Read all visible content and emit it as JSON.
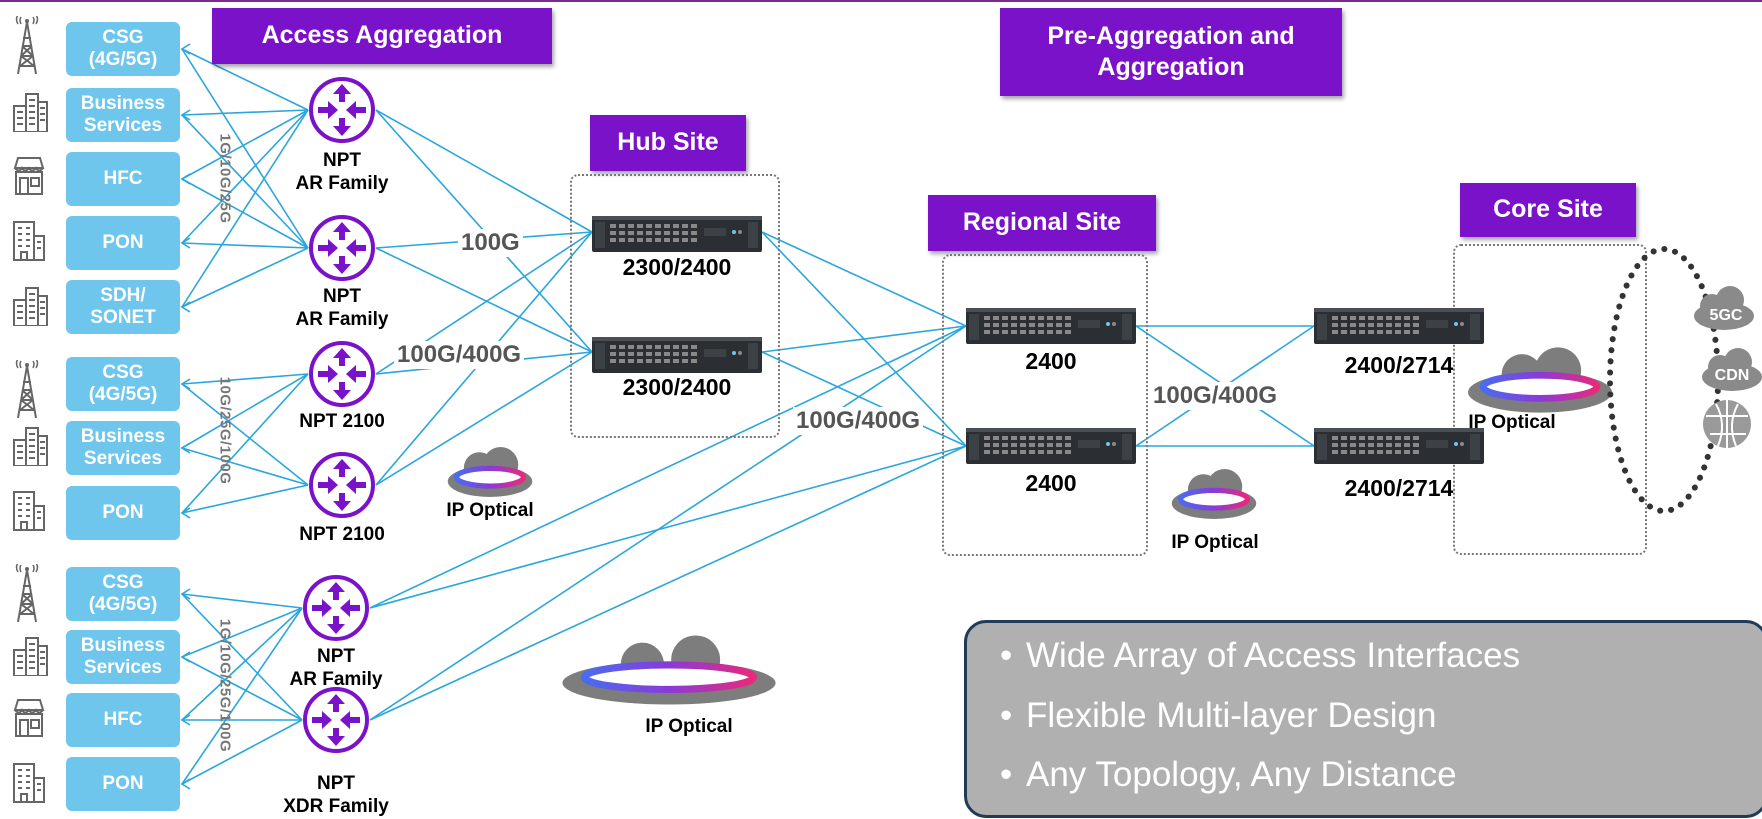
{
  "banners": {
    "access_aggregation": "Access Aggregation",
    "pre_aggregation": "Pre-Aggregation and Aggregation",
    "hub_site": "Hub Site",
    "regional_site": "Regional Site",
    "core_site": "Core Site"
  },
  "access_boxes": [
    "CSG\n(4G/5G)",
    "Business\nServices",
    "HFC",
    "PON",
    "SDH/\nSONET",
    "CSG\n(4G/5G)",
    "Business\nServices",
    "PON",
    "CSG\n(4G/5G)",
    "Business\nServices",
    "HFC",
    "PON"
  ],
  "access_icons": [
    "cell-tower-icon",
    "office-building-icon",
    "shop-icon",
    "building-icon",
    "office-building-icon",
    "cell-tower-icon",
    "office-building-icon",
    "building-icon",
    "cell-tower-icon",
    "office-building-icon",
    "shop-icon",
    "building-icon"
  ],
  "rotated_labels": [
    "1G/10G/25G",
    "10G/25G/100G",
    "1G/10G/25G/100G"
  ],
  "routers": [
    "NPT\nAR Family",
    "NPT\nAR Family",
    "NPT 2100",
    "NPT 2100",
    "NPT\nAR Family",
    "NPT\nXDR Family"
  ],
  "speed_labels": {
    "s1": "100G",
    "s2": "100G/400G",
    "s3": "100G/400G",
    "s4": "100G/400G"
  },
  "devices": {
    "hub1": "2300/2400",
    "hub2": "2300/2400",
    "reg1": "2400",
    "reg2": "2400",
    "core1": "2400/2714",
    "core2": "2400/2714"
  },
  "clouds": [
    "IP Optical",
    "IP Optical",
    "IP Optical",
    "IP Optical"
  ],
  "core_services": {
    "c1": "5GC",
    "c2": "CDN"
  },
  "bullets": [
    "Wide Array of Access Interfaces",
    "Flexible Multi-layer Design",
    "Any Topology, Any Distance"
  ],
  "colors": {
    "purple": "#7a12c9",
    "access_blue": "#6fc6ec",
    "link": "#2aa6dc",
    "router": "#7a12c9"
  }
}
